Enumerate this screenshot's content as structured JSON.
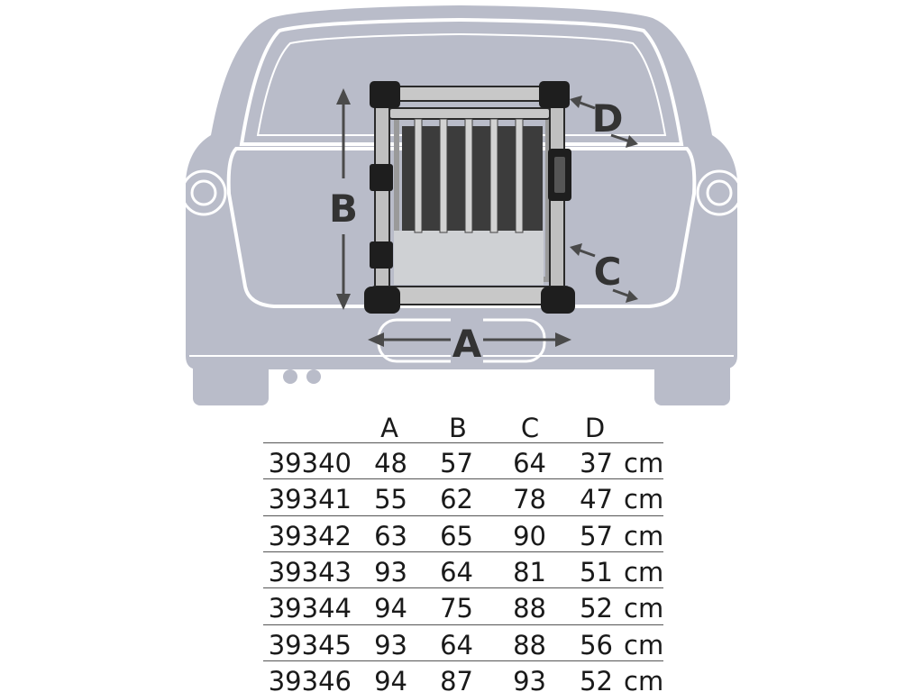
{
  "diagram": {
    "labels": {
      "a": "A",
      "b": "B",
      "c": "C",
      "d": "D"
    }
  },
  "table": {
    "headers": [
      "A",
      "B",
      "C",
      "D"
    ],
    "unit": "cm",
    "rows": [
      {
        "sku": "39340",
        "a": "48",
        "b": "57",
        "c": "64",
        "d": "37"
      },
      {
        "sku": "39341",
        "a": "55",
        "b": "62",
        "c": "78",
        "d": "47"
      },
      {
        "sku": "39342",
        "a": "63",
        "b": "65",
        "c": "90",
        "d": "57"
      },
      {
        "sku": "39343",
        "a": "93",
        "b": "64",
        "c": "81",
        "d": "51"
      },
      {
        "sku": "39344",
        "a": "94",
        "b": "75",
        "c": "88",
        "d": "52"
      },
      {
        "sku": "39345",
        "a": "93",
        "b": "64",
        "c": "88",
        "d": "56"
      },
      {
        "sku": "39346",
        "a": "94",
        "b": "87",
        "c": "93",
        "d": "52"
      }
    ]
  }
}
